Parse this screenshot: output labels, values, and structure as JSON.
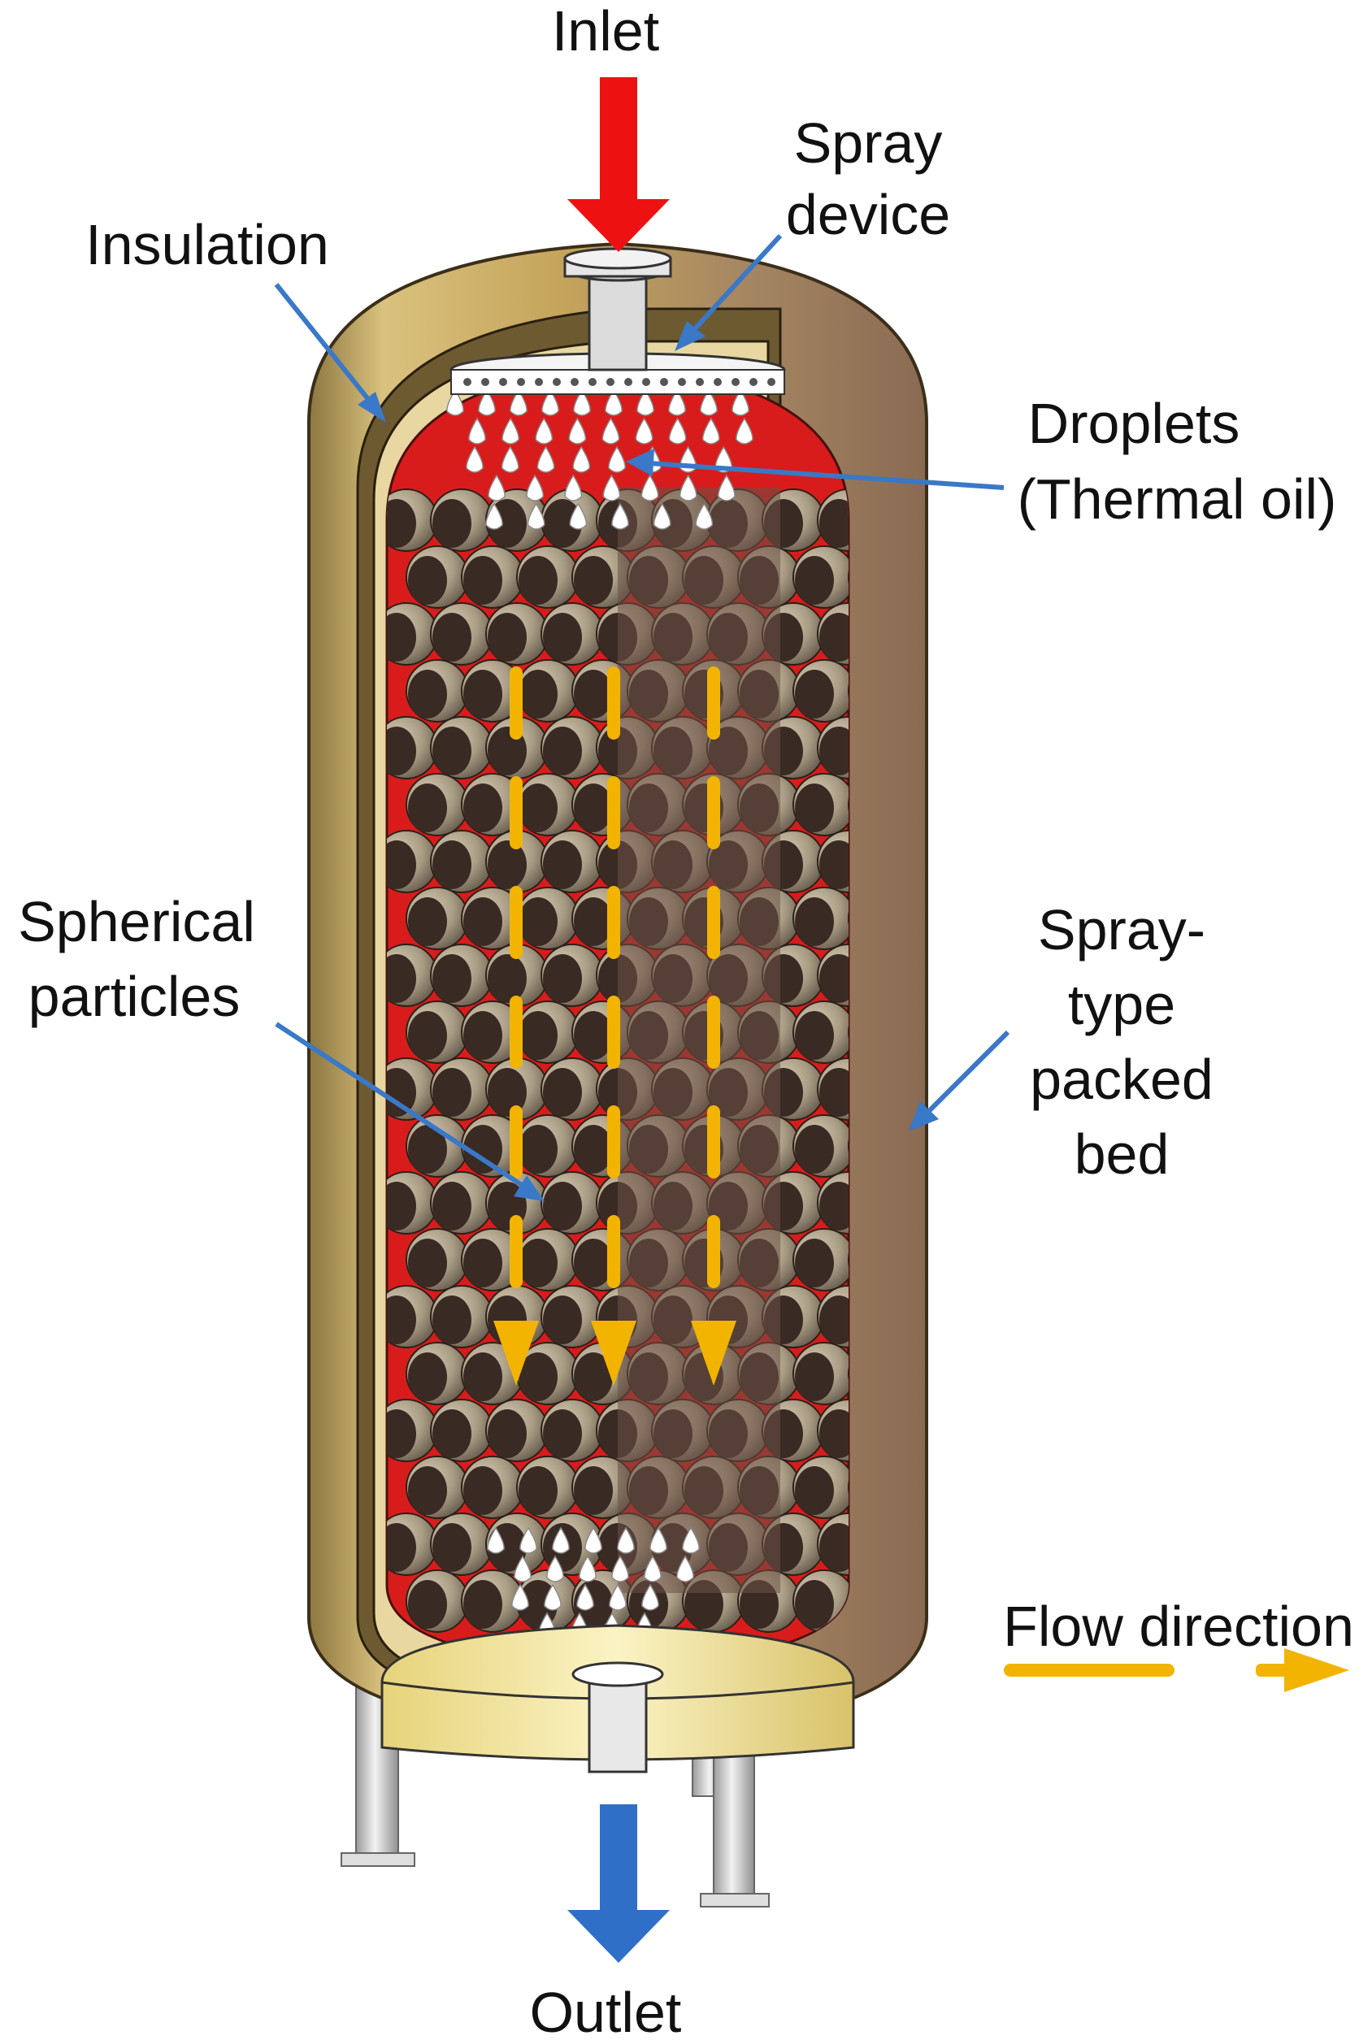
{
  "labels": {
    "inlet": "Inlet",
    "outlet": "Outlet",
    "spray_line1": "Spray",
    "spray_line2": "device",
    "insulation": "Insulation",
    "droplets_line1": "Droplets",
    "droplets_line2": "(Thermal oil)",
    "spherical_line1": "Spherical",
    "spherical_line2": "particles",
    "bed_line1": "Spray-",
    "bed_line2": "type",
    "bed_line3": "packed",
    "bed_line4": "bed",
    "flow_direction": "Flow direction"
  },
  "colors": {
    "inlet_arrow": "#ee1111",
    "outlet_arrow": "#2f6fc8",
    "flow_arrow": "#f2b400",
    "pointer": "#3a78c8",
    "shell": "#c9ac62",
    "shell_dark": "#8a6f3c",
    "interior_red": "#e02020",
    "particle_dark": "#3a2a24",
    "particle_light": "#b7ab94",
    "droplet": "#ffffff",
    "legs": "#d6d6d6"
  }
}
